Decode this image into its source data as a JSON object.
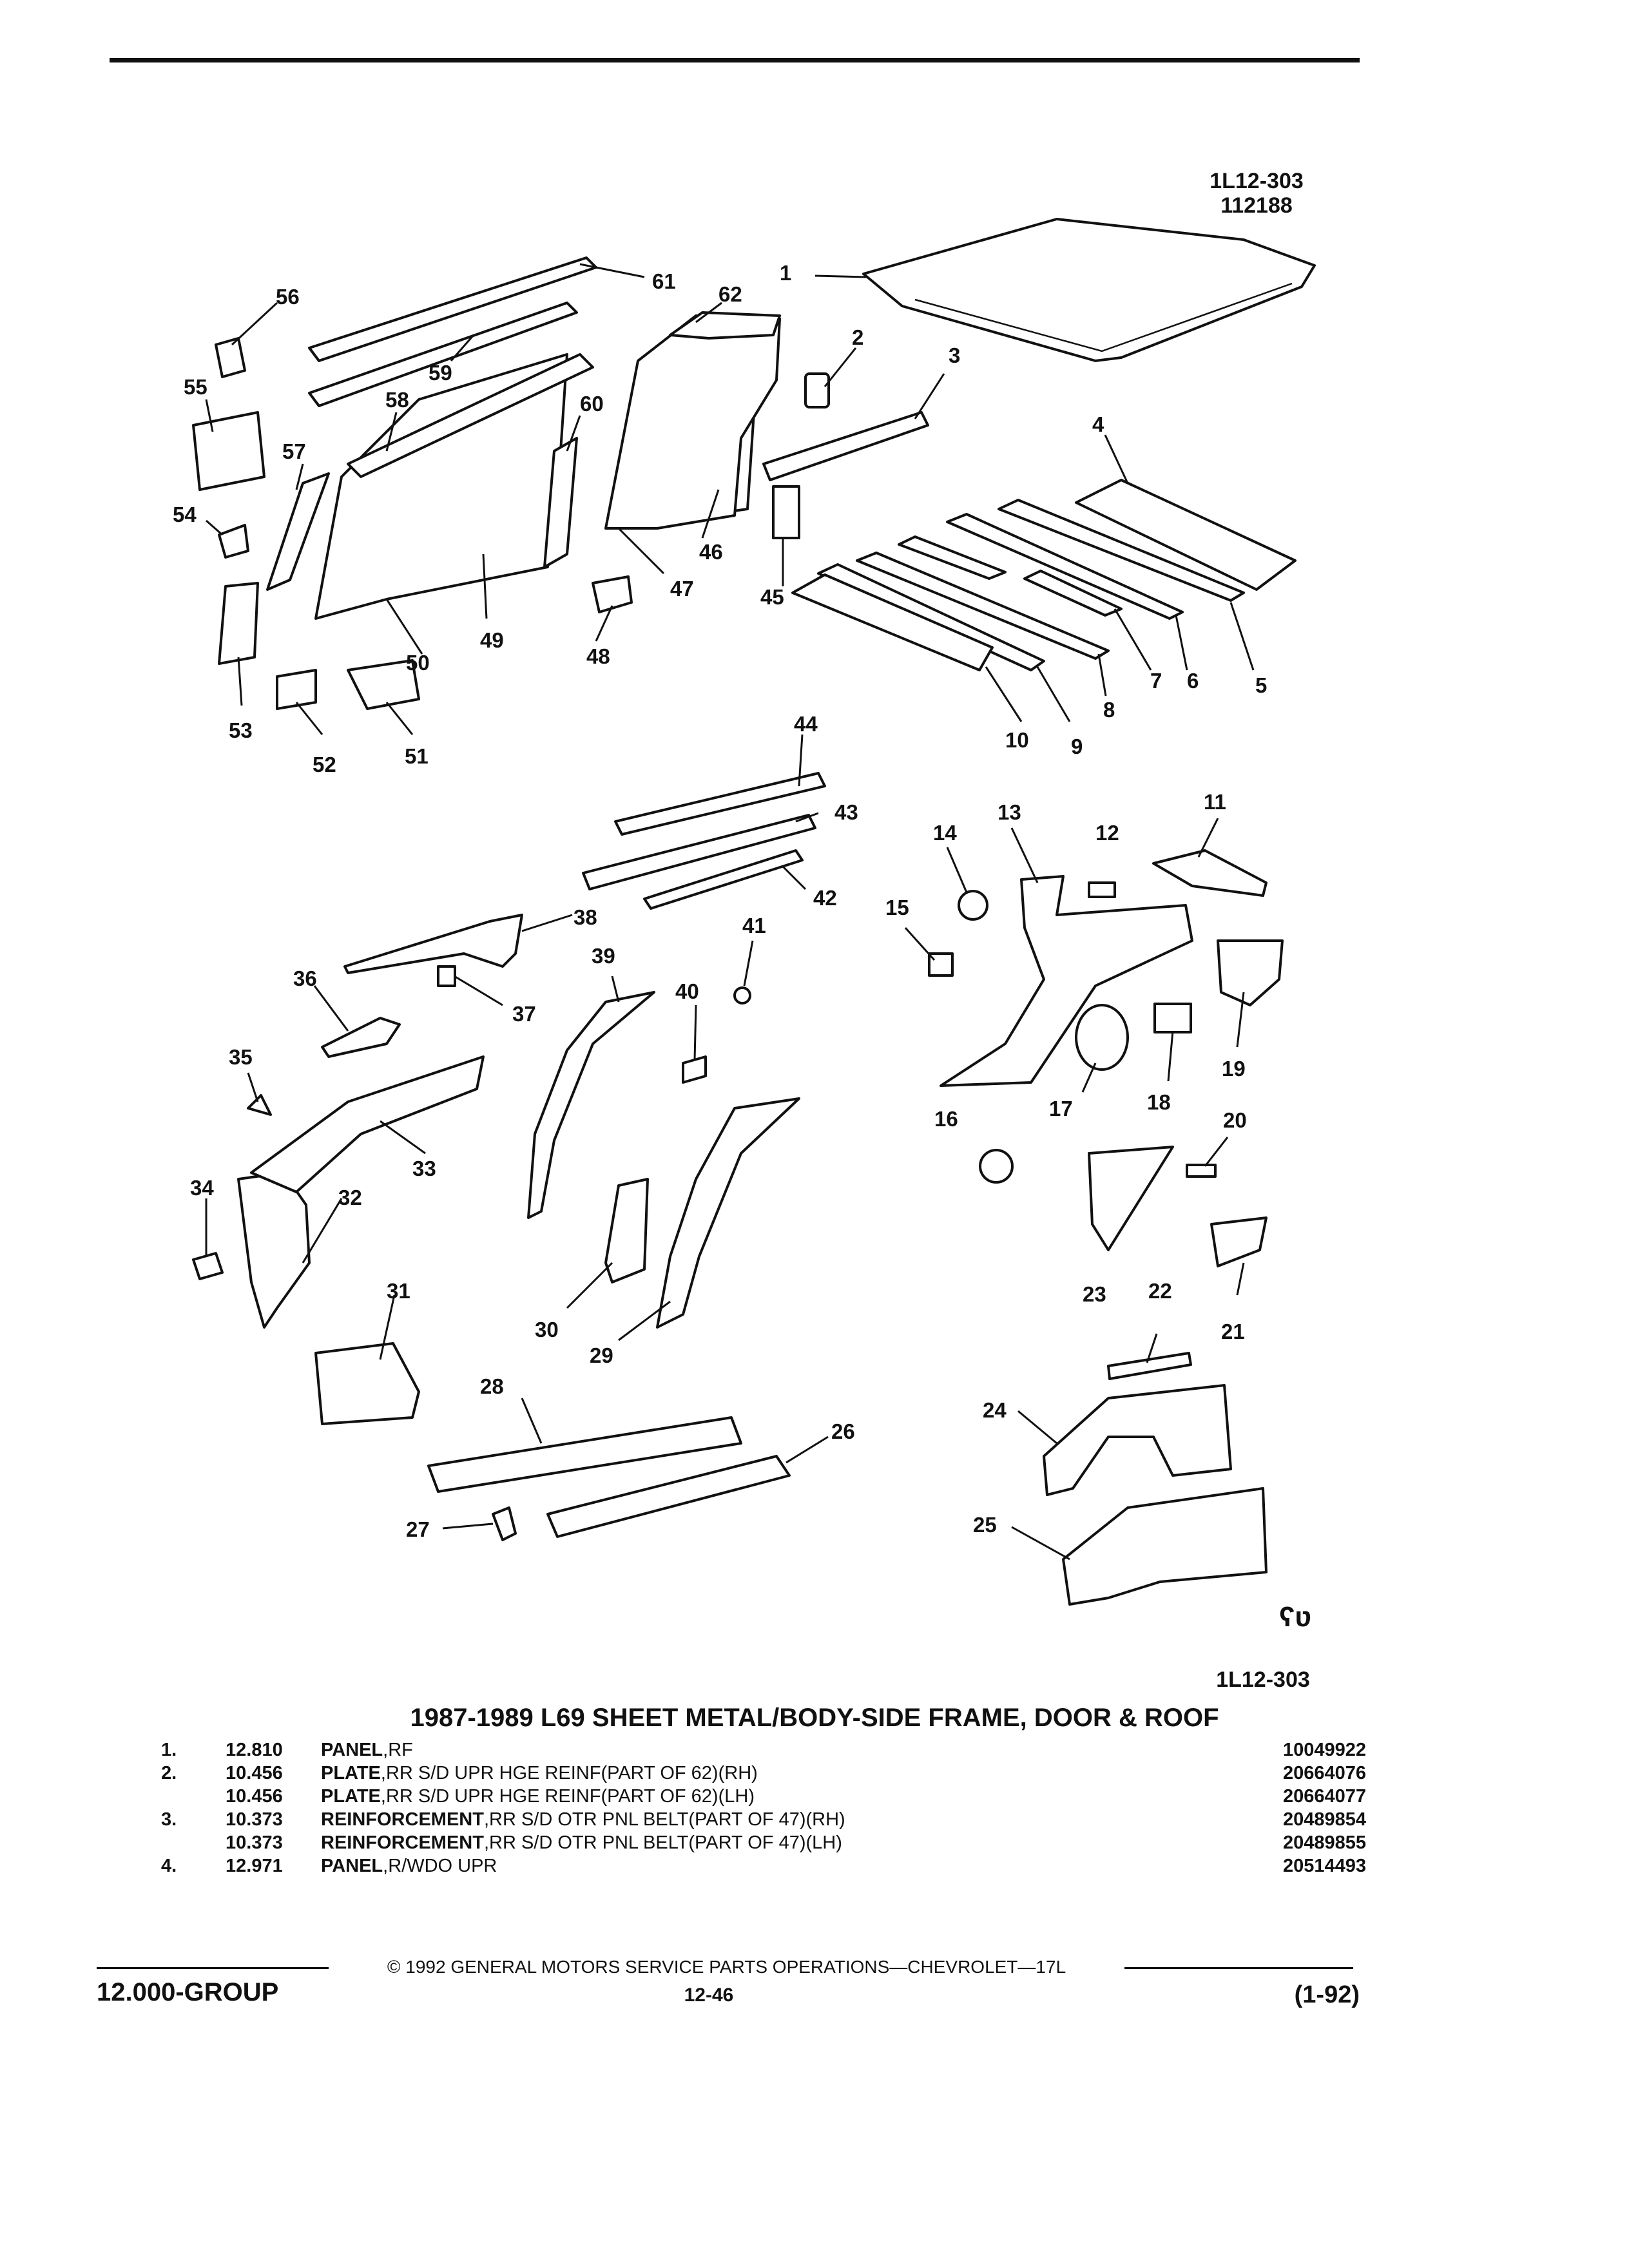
{
  "page": {
    "ref_top_line1": "1L12-303",
    "ref_top_line2": "112188",
    "ref_bottom": "1L12-303",
    "gm_mark": "ʕʋ"
  },
  "figure": {
    "callouts": [
      "1",
      "2",
      "3",
      "4",
      "5",
      "6",
      "7",
      "8",
      "9",
      "10",
      "11",
      "12",
      "13",
      "14",
      "15",
      "16",
      "17",
      "18",
      "19",
      "20",
      "21",
      "22",
      "23",
      "24",
      "25",
      "26",
      "27",
      "28",
      "29",
      "30",
      "31",
      "32",
      "33",
      "34",
      "35",
      "36",
      "37",
      "38",
      "39",
      "40",
      "41",
      "42",
      "43",
      "44",
      "45",
      "46",
      "47",
      "48",
      "49",
      "50",
      "51",
      "52",
      "53",
      "54",
      "55",
      "56",
      "57",
      "58",
      "59",
      "60",
      "61",
      "62"
    ]
  },
  "parts_list": {
    "title": "1987-1989 L69 SHEET METAL/BODY-SIDE FRAME, DOOR & ROOF",
    "rows": [
      {
        "item": "1.",
        "qty": "12.810",
        "name": "PANEL",
        "desc": ",RF",
        "part": "10049922"
      },
      {
        "item": "2.",
        "qty": "10.456",
        "name": "PLATE",
        "desc": ",RR S/D UPR HGE REINF(PART OF 62)(RH)",
        "part": "20664076"
      },
      {
        "item": "",
        "qty": "10.456",
        "name": "PLATE",
        "desc": ",RR S/D UPR HGE REINF(PART OF 62)(LH)",
        "part": "20664077"
      },
      {
        "item": "3.",
        "qty": "10.373",
        "name": "REINFORCEMENT",
        "desc": ",RR S/D OTR PNL BELT(PART OF 47)(RH)",
        "part": "20489854"
      },
      {
        "item": "",
        "qty": "10.373",
        "name": "REINFORCEMENT",
        "desc": ",RR S/D OTR PNL BELT(PART OF 47)(LH)",
        "part": "20489855"
      },
      {
        "item": "4.",
        "qty": "12.971",
        "name": "PANEL",
        "desc": ",R/WDO UPR",
        "part": "20514493"
      }
    ]
  },
  "footer": {
    "copyright": "©  1992  GENERAL MOTORS SERVICE PARTS OPERATIONS—CHEVROLET—17L",
    "group": "12.000-GROUP",
    "page_number": "12-46",
    "date": "(1-92)"
  }
}
